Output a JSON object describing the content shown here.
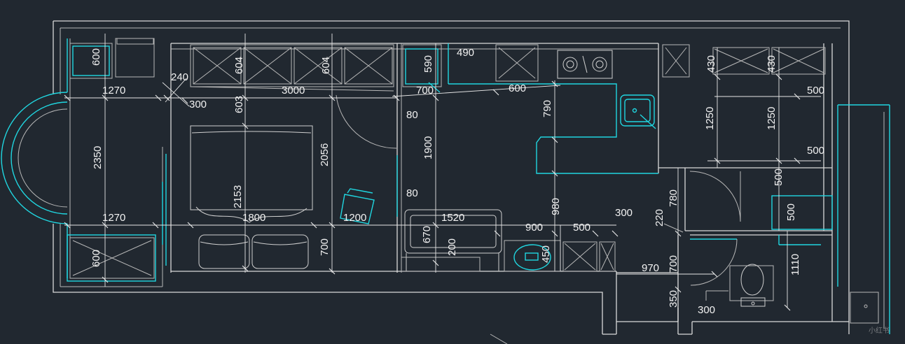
{
  "plan": {
    "background": "#212830",
    "wall_color": "#d9d9d9",
    "accent_color": "#20d6e0",
    "watermark": "小红书"
  },
  "dims": {
    "d_600_a": "600",
    "d_1270_a": "1270",
    "d_240": "240",
    "d_300_a": "300",
    "d_604_a": "604",
    "d_604_b": "604",
    "d_3000": "3000",
    "d_603": "603",
    "d_590": "590",
    "d_490": "490",
    "d_700_a": "700",
    "d_600_b": "600",
    "d_80_a": "80",
    "d_790": "790",
    "d_430_a": "430",
    "d_430_b": "430",
    "d_500_a": "500",
    "d_2350": "2350",
    "d_2153": "2153",
    "d_2056": "2056",
    "d_1900": "1900",
    "d_1250_a": "1250",
    "d_1250_b": "1250",
    "d_500_b": "500",
    "d_80_b": "80",
    "d_780": "780",
    "d_500_c": "500",
    "d_1270_b": "1270",
    "d_1800": "1800",
    "d_1200": "1200",
    "d_1520": "1520",
    "d_980": "980",
    "d_900": "900",
    "d_500_d": "500",
    "d_300_b": "300",
    "d_220": "220",
    "d_500_e": "500",
    "d_600_c": "600",
    "d_700_b": "700",
    "d_670": "670",
    "d_200": "200",
    "d_450": "450",
    "d_970": "970",
    "d_700_c": "700",
    "d_1110": "1110",
    "d_350": "350",
    "d_300_c": "300"
  }
}
